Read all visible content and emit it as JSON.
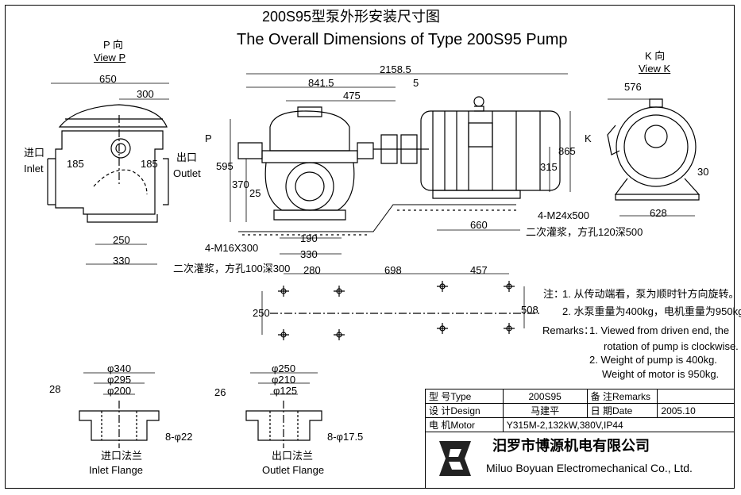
{
  "title": {
    "cn": "200S95型泵外形安装尺寸图",
    "en": "The Overall Dimensions of Type 200S95 Pump"
  },
  "view_p": {
    "cn": "P 向",
    "en": "View P"
  },
  "view_k": {
    "cn": "K 向",
    "en": "View K"
  },
  "labels": {
    "inlet_cn": "进口",
    "inlet_en": "Inlet",
    "outlet_cn": "出口",
    "outlet_en": "Outlet",
    "p": "P",
    "k": "K",
    "bolts_pump": "4-M16X300",
    "bolts_motor": "4-M24x500",
    "grout_pump": "二次灌浆，方孔100深300",
    "grout_motor": "二次灌浆，方孔120深500",
    "inlet_flange_cn": "进口法兰",
    "inlet_flange_en": "Inlet Flange",
    "outlet_flange_cn": "出口法兰",
    "outlet_flange_en": "Outlet Flange"
  },
  "dims": {
    "d650": "650",
    "d300": "300",
    "d185a": "185",
    "d185b": "185",
    "d250p": "250",
    "d330p": "330",
    "d2158": "2158.5",
    "d841": "841.5",
    "d475": "475",
    "d5": "5",
    "d595": "595",
    "d370": "370",
    "d25": "25",
    "d190": "190",
    "d330": "330",
    "d315": "315",
    "d865": "865",
    "d660": "660",
    "d576": "576",
    "d628": "628",
    "d30": "30",
    "d280": "280",
    "d698": "698",
    "d457": "457",
    "d250": "250",
    "d508": "508",
    "f340": "φ340",
    "f295": "φ295",
    "f200": "φ200",
    "f28": "28",
    "f822": "8-φ22",
    "g250": "φ250",
    "g210": "φ210",
    "g125": "φ125",
    "g26": "26",
    "g8175": "8-φ17.5"
  },
  "notes": {
    "cn_head": "注：",
    "cn1": "1. 从传动端看，泵为顺时针方向旋转。",
    "cn2": "2. 水泵重量为400kg，电机重量为950kg。",
    "en_head": "Remarks：",
    "en1a": "1. Viewed from driven end, the",
    "en1b": "rotation of pump is  clockwise.",
    "en2a": "2. Weight of pump is 400kg.",
    "en2b": "Weight of motor is 950kg."
  },
  "title_block": {
    "type_label": "型 号Type",
    "type_value": "200S95",
    "remarks_label": "备 注Remarks",
    "design_label": "设 计Design",
    "design_value": "马建平",
    "date_label": "日 期Date",
    "date_value": "2005.10",
    "motor_label": "电 机Motor",
    "motor_value": "Y315M-2,132kW,380V,IP44",
    "company_cn": "汨罗市博源机电有限公司",
    "company_en": "Miluo Boyuan Electromechanical Co., Ltd."
  }
}
